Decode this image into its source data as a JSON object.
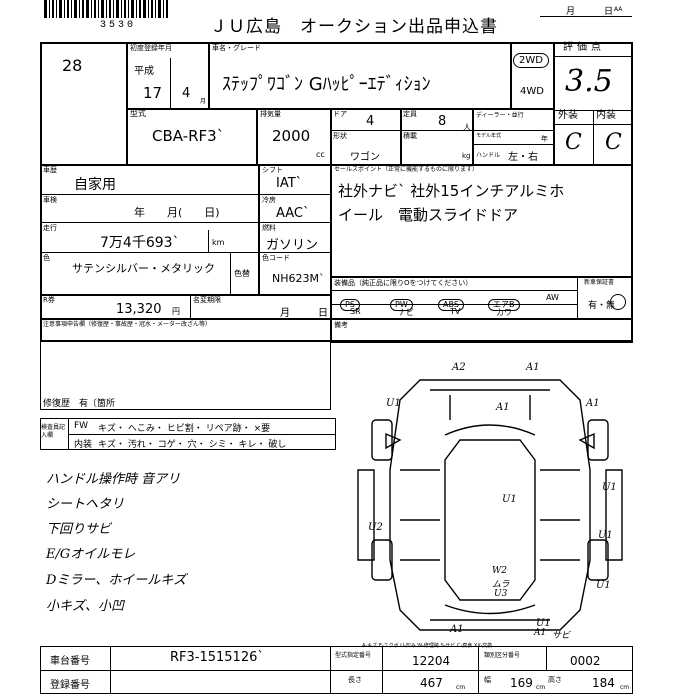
{
  "header": {
    "barcode_number": "3530",
    "title": "ＪＵ広島　オークション出品申込書",
    "month_label": "月",
    "day_label": "日",
    "day_suffix": "AA"
  },
  "lot": {
    "number": "28"
  },
  "first_reg": {
    "label": "初度登録年月",
    "era": "平成",
    "year": "17",
    "month": "4",
    "month_suffix": "月"
  },
  "car_name": {
    "label": "車名・グレード",
    "value": "ｽﾃｯﾌﾟﾜｺﾞﾝ Gﾊｯﾋﾟｰｴﾃﾞｨｼｮﾝ"
  },
  "drive": {
    "two_wd": "2WD",
    "four_wd": "4WD"
  },
  "rating": {
    "label": "評価点",
    "score": "3.5",
    "exterior_label": "外装",
    "interior_label": "内装",
    "exterior": "C",
    "interior": "C"
  },
  "model": {
    "label": "型式",
    "value": "CBA-RF3`"
  },
  "displacement": {
    "label": "排気量",
    "value": "2000",
    "unit": "cc"
  },
  "doors": {
    "label": "ドア",
    "value": "4"
  },
  "capacity": {
    "label": "定員",
    "value": "8",
    "unit": "人"
  },
  "dealer": {
    "label": "ディーラー・並行"
  },
  "model_year": {
    "label": "モデル年式",
    "unit": "年"
  },
  "shape": {
    "label": "形状",
    "value": "ワゴン"
  },
  "load": {
    "label": "積載",
    "unit": "kg"
  },
  "handle": {
    "label": "ハンドル",
    "value": "左・右"
  },
  "usage": {
    "label": "車歴",
    "value": "自家用"
  },
  "inspection": {
    "label": "車検",
    "value": "年　　月(　　日)"
  },
  "shift": {
    "label": "シフト",
    "value": "IAT`"
  },
  "aircon": {
    "label": "冷房",
    "value": "AAC`"
  },
  "mileage": {
    "label": "走行",
    "value": "7万4千693`",
    "unit": "km"
  },
  "fuel": {
    "label": "燃料",
    "value": "ガソリン"
  },
  "color": {
    "label": "色",
    "value": "サテンシルバー・メタリック",
    "label2": "色替"
  },
  "color_code": {
    "label": "色コード",
    "value": "NH623M`"
  },
  "recycle": {
    "label": "R券",
    "value": "13,320",
    "unit": "円"
  },
  "reserve": {
    "label": "名変期限",
    "month": "月",
    "day": "日"
  },
  "sales_point": {
    "label": "セールスポイント（正常に機能するものに限ります）",
    "line1": "社外ナビ` 社外15インチアルミホ",
    "line2": "イール　電動スライドドア"
  },
  "equipment": {
    "label": "装備品（純正品に限りOをつけてください）",
    "new_car_warranty": "新車保証書",
    "warranty_value": "有・無",
    "items": [
      "PS",
      "PW",
      "ABS",
      "エアB",
      "AW"
    ],
    "items2": [
      "SR",
      "ナビ",
      "TV",
      "カワ"
    ]
  },
  "notes": {
    "label": "注意事項申告欄（修復歴・事故歴・冠水・メーター改ざん等）",
    "repair": "修復歴　有〔箇所"
  },
  "inspector": {
    "label": "検査員"
  },
  "remarks": {
    "label": "備考"
  },
  "check_outer": {
    "label": "検査員記入欄",
    "fw": "FW",
    "items": [
      "キズ",
      "へこみ",
      "ヒビ割",
      "リペア跡",
      "×要"
    ],
    "inner_label": "内装",
    "inner_items": [
      "キズ",
      "汚れ",
      "コゲ",
      "穴",
      "シミ",
      "キレ",
      "破し"
    ]
  },
  "handwritten": [
    "ハンドル操作時 音アリ",
    "シートヘタリ",
    "下回りサビ",
    "E/Gオイルモレ",
    "Dミラー、ホイールキズ",
    "小キズ、小凹"
  ],
  "diagram_marks": [
    "A2",
    "A1",
    "U1",
    "A1",
    "A1",
    "U1",
    "U1",
    "U1",
    "U2",
    "U1",
    "W2",
    "ムラ",
    "U3",
    "A1",
    "U1",
    "A1",
    "サビ"
  ],
  "legend": {
    "text": "A-キズ  E-エクボ  U-凹み  W-修理跡  S-サビ  C-腐食  XX-交換"
  },
  "chassis": {
    "label": "車台番号",
    "value": "RF3-1515126`"
  },
  "reg_number": {
    "label": "登録番号"
  },
  "type_designation": {
    "label": "型式指定番号",
    "value": "12204"
  },
  "category_number": {
    "label": "類別区分番号",
    "value": "0002"
  },
  "dimensions": {
    "length_label": "長さ",
    "length": "467",
    "width_label": "幅",
    "width": "169",
    "height_label": "高さ",
    "height": "184",
    "unit": "cm"
  }
}
